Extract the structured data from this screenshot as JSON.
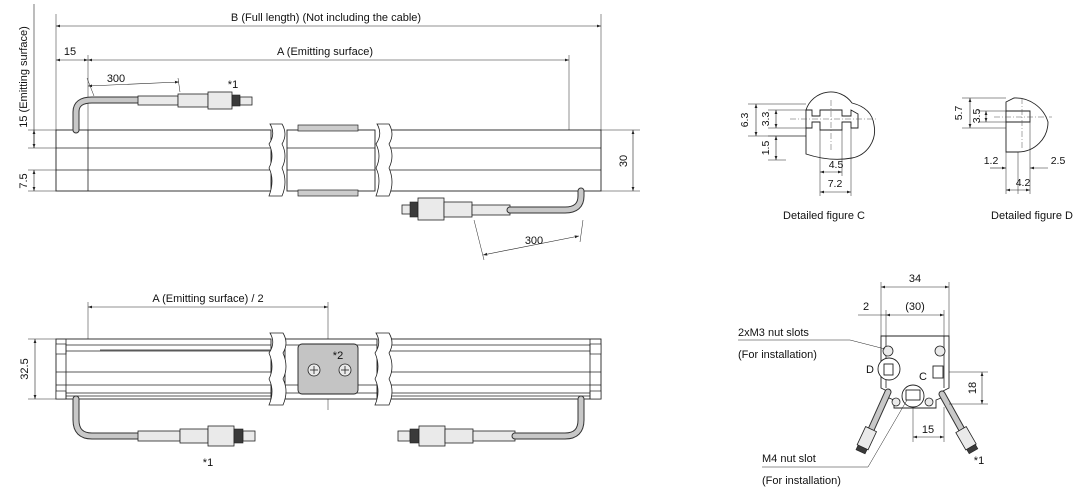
{
  "top_view": {
    "full_length_label": "B (Full length) (Not including the cable)",
    "emitting_surface_label": "A (Emitting surface)",
    "dim_15": "15",
    "dim_300_a": "300",
    "dim_300_b": "300",
    "note_1": "*1",
    "dim_30": "30",
    "dim_15_emitting": "15 (Emitting surface)",
    "dim_7_5": "7.5"
  },
  "bottom_view": {
    "half_label": "A (Emitting surface) / 2",
    "dim_32_5": "32.5",
    "note_2": "*2",
    "note_1": "*1"
  },
  "detail_c": {
    "caption": "Detailed figure C",
    "dim_6_3": "6.3",
    "dim_3_3": "3.3",
    "dim_1_5": "1.5",
    "dim_4_5": "4.5",
    "dim_7_2": "7.2"
  },
  "detail_d": {
    "caption": "Detailed figure D",
    "dim_5_7": "5.7",
    "dim_3_5": "3.5",
    "dim_1_2": "1.2",
    "dim_2_5": "2.5",
    "dim_4_2": "4.2"
  },
  "end_view": {
    "dim_34": "34",
    "dim_2": "2",
    "dim_30": "(30)",
    "nut_slots_label": "2xM3 nut slots",
    "nut_slots_sub": "(For installation)",
    "label_d": "D",
    "label_c": "C",
    "dim_18": "18",
    "dim_15": "15",
    "m4_label": "M4 nut slot",
    "m4_sub": "(For installation)",
    "note_1": "*1"
  }
}
